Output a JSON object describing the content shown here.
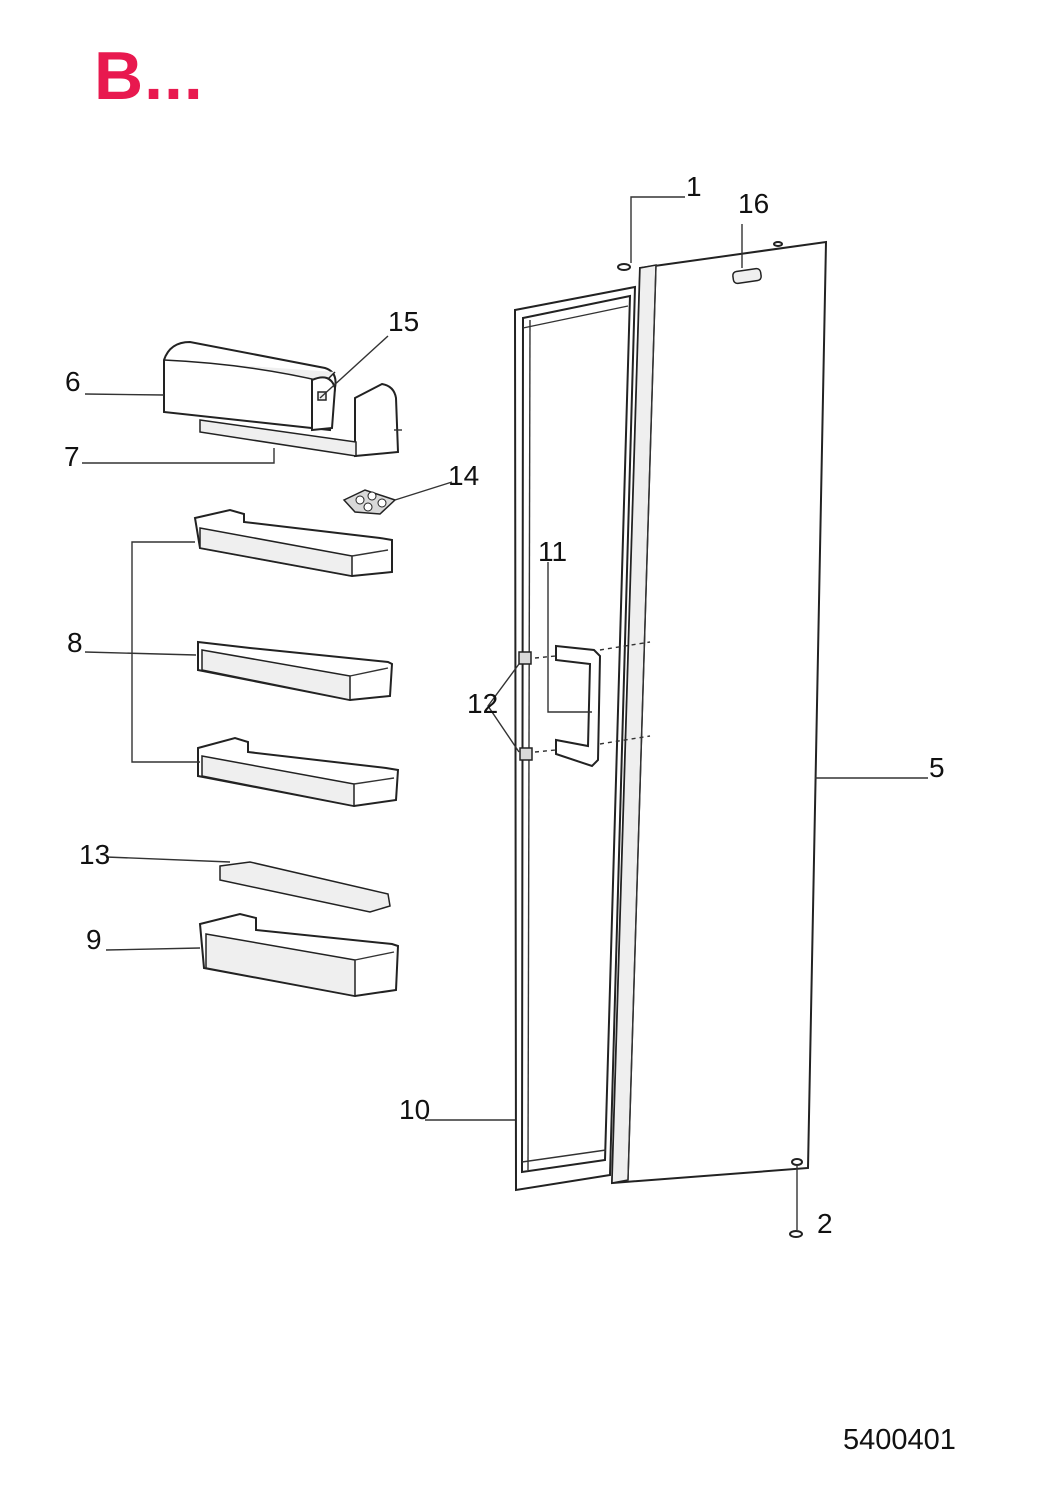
{
  "header": {
    "title": "B..."
  },
  "footer": {
    "reference": "5400401"
  },
  "callouts": {
    "c1": "1",
    "c2": "2",
    "c5": "5",
    "c6": "6",
    "c7": "7",
    "c8": "8",
    "c9": "9",
    "c10": "10",
    "c11": "11",
    "c12": "12",
    "c13": "13",
    "c14": "14",
    "c15": "15",
    "c16": "16"
  },
  "colors": {
    "title": "#e8194f",
    "line": "#222222"
  }
}
